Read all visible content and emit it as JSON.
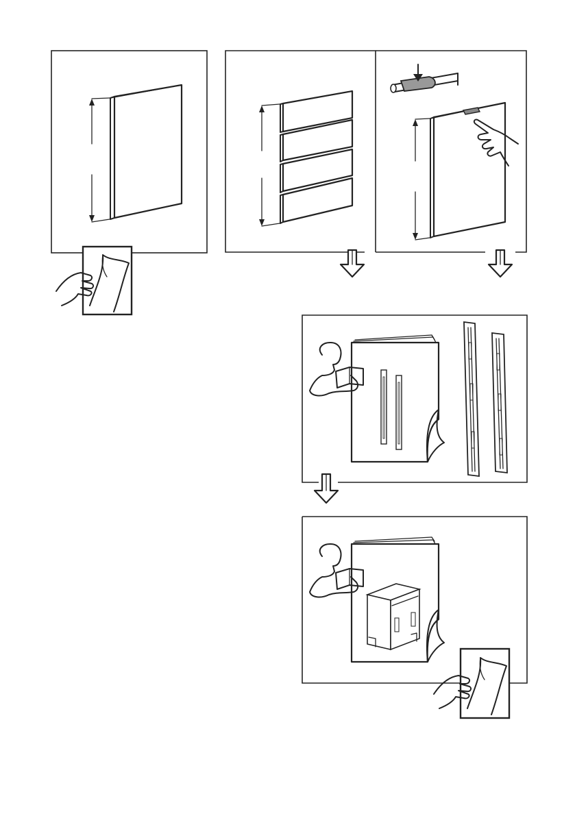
{
  "colors": {
    "stroke": "#222222",
    "background": "#ffffff",
    "highlight": "#888888"
  },
  "steps": [
    {
      "id": "measure-single-panel",
      "icon": "panel-height-icon"
    },
    {
      "id": "measure-drawer-panels",
      "icon": "stacked-panels-height-icon"
    },
    {
      "id": "measure-handle-panel",
      "icon": "handle-panel-height-icon"
    },
    {
      "id": "read-manual-rails",
      "icon": "read-manual-icon"
    },
    {
      "id": "read-manual-appliance",
      "icon": "read-manual-icon"
    }
  ],
  "icons": [
    "page-turn-icon",
    "down-arrow-icon",
    "pointing-hand-icon",
    "person-reading-icon",
    "rail-icon",
    "dishwasher-icon"
  ]
}
